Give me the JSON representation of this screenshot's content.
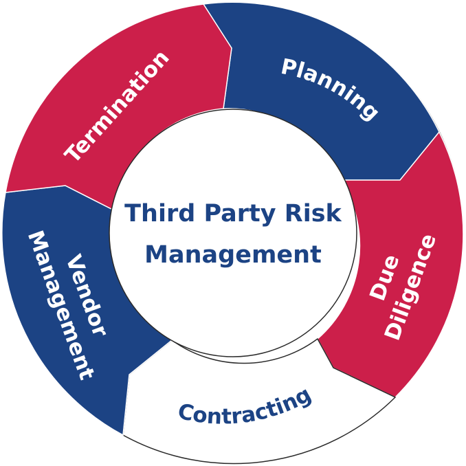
{
  "diagram": {
    "center": {
      "line1": "Third Party Risk",
      "line2": "Management"
    },
    "segments": [
      {
        "id": "planning",
        "label": "Planning",
        "color": "#1c4384"
      },
      {
        "id": "due-diligence",
        "line1": "Due",
        "line2": "Diligence",
        "color": "#cc1f4a"
      },
      {
        "id": "contracting",
        "label": "Contracting",
        "color": "#ffffff"
      },
      {
        "id": "vendor-management",
        "line1": "Vendor",
        "line2": "Management",
        "color": "#1c4384"
      },
      {
        "id": "termination",
        "label": "Termination",
        "color": "#cc1f4a"
      }
    ],
    "colors": {
      "navy": "#1c4384",
      "crimson": "#cc1f4a",
      "outline": "#2a2a2a"
    }
  }
}
